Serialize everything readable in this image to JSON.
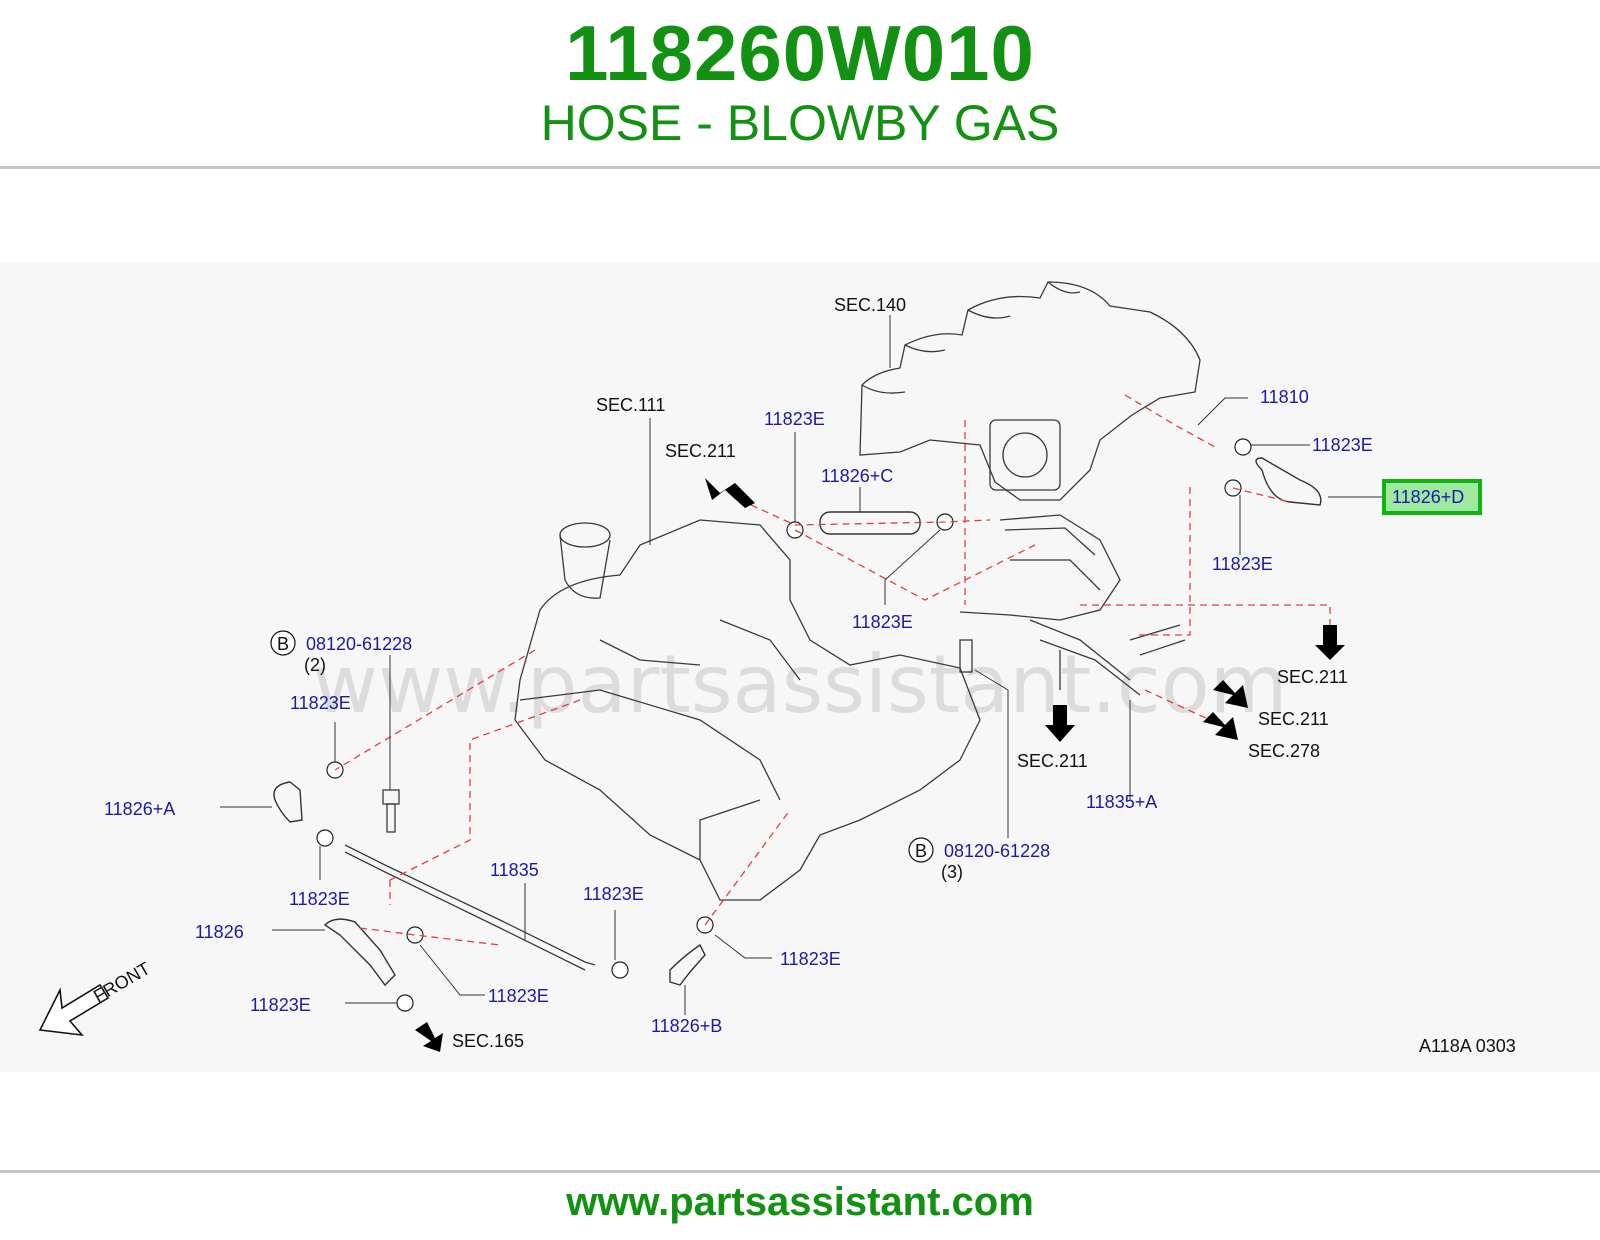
{
  "header": {
    "part_number": "118260W010",
    "part_name": "HOSE - BLOWBY GAS"
  },
  "diagram": {
    "watermark": "www.partsassistant.com",
    "code": "A118A  0303",
    "front_label": "FRONT",
    "highlighted_part": "11826+D",
    "labels": {
      "sec140": "SEC.140",
      "sec111": "SEC.111",
      "sec211_top": "SEC.211",
      "sec211_right1": "SEC.211",
      "sec211_right2": "SEC.211",
      "sec211_bottom": "SEC.211",
      "sec278": "SEC.278",
      "sec165": "SEC.165",
      "p11810": "11810",
      "p11823e_top_right": "11823E",
      "p11826d": "11826+D",
      "p11823e_right_mid": "11823E",
      "p11823e_top_center": "11823E",
      "p11826c": "11826+C",
      "p11823e_center": "11823E",
      "bolt_left_code": "08120-61228",
      "bolt_left_qty": "(2)",
      "bolt_left_symbol": "B",
      "p11823e_left_upper": "11823E",
      "p11826a": "11826+A",
      "p11823e_left_lower": "11823E",
      "p11835": "11835",
      "p11826": "11826",
      "p11823e_bottom_mid": "11823E",
      "p11823e_bottom_left": "11823E",
      "p11823e_bottom_center": "11823E",
      "p11826b": "11826+B",
      "p11823e_bottom_right": "11823E",
      "bolt_right_code": "08120-61228",
      "bolt_right_qty": "(3)",
      "bolt_right_symbol": "B",
      "p11835a": "11835+A"
    }
  },
  "footer": {
    "url": "www.partsassistant.com"
  },
  "colors": {
    "brand_green": "#129112",
    "label_blue": "#1a1aa8",
    "highlight_green": "#11b311",
    "highlight_fill": "#9fe89f",
    "dashed_red": "#e04040"
  }
}
